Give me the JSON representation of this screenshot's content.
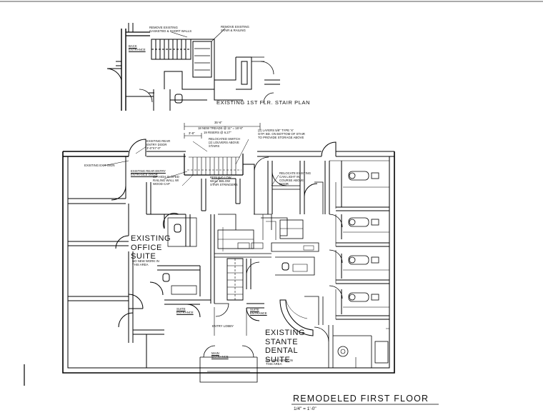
{
  "titles": {
    "stair_plan": "EXISTING 1ST FLR. STAIR PLAN",
    "main": "REMODELED FIRST FLOOR",
    "scale": "1/4\" = 1'-0\""
  },
  "stair_plan_notes": {
    "remove_gaskets": "REMOVE EXISTING\nGASKETED & SHORT WALLS",
    "remove_stair": "REMOVE EXISTING\nSTAIR & RAILING",
    "back_entrance": "BACK\nENTRANCE"
  },
  "dimensions": {
    "overall": "35'-6\"",
    "treads": "18 NEW TREADS @ 11\" = 16'-6\"",
    "risers": "19 RISERS @ 6.27\"",
    "width": "3'-8\""
  },
  "notes": {
    "existing_exit_sign": "EXISTING EXIT SIGN",
    "existing_rear_entry": "EXISTING REAR\nENTRY DOOR\n3'-0\"x7'-0\"",
    "existing_rear_entry_2": "EXISTING REAR ENTRY\nENTRANCE DOOR",
    "relocated_switch": "RELOCATED SWITCH\n(2) LOUVERS ABOVE\nSTAIRS",
    "gyp_layers": "(2) LAYERS 5/8\" TYPE 'X'\nGYP. BD. ON BOTTOM OF STAIR\nTO PROVIDE STORAGE ABOVE",
    "sloped_railing": "44\" HIGH SLOPED\nRAILING WALL W/\nWOOD CAP",
    "rebuild_wall": "REBUILD LOW\nWALL BELOW\nSTAIR STRINGERS",
    "relocate_light": "RELOCATE EXISTING\nCAN LIGHT IN\nCOURSE ABOVE\nDOOR",
    "no_new_work_office": "NO NEW WORK IN\nTHIS AREA",
    "no_new_work_dental": "NO NEW WORK IN\nTHIS AREA"
  },
  "rooms": {
    "office_suite": "EXISTING\nOFFICE\nSUITE",
    "dental_suite": "EXISTING\nSTANTE\nDENTAL\nSUITE",
    "entry_lobby": "ENTRY LOBBY",
    "main_entrance": "MAIN\nENTRANCE",
    "suite_entrance_left": "SUITE\nENTRANCE",
    "suite_entrance_right": "SUITE\nENTRANCE"
  }
}
